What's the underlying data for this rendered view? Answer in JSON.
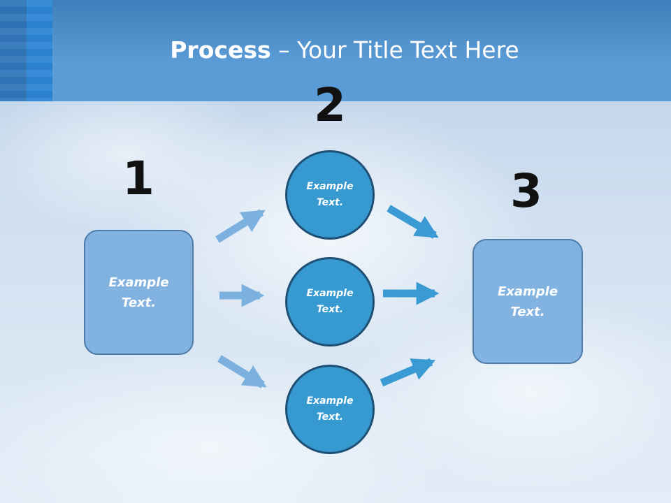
{
  "title": {
    "bold": "Process",
    "rest": " – Your Title Text Here"
  },
  "steps": [
    {
      "number": "1"
    },
    {
      "number": "2"
    },
    {
      "number": "3"
    }
  ],
  "nodes": {
    "left_box": "Example\nText.",
    "circle_top": "Example\nText.",
    "circle_middle": "Example\nText.",
    "circle_bottom": "Example\nText.",
    "right_box": "Example\nText."
  },
  "colors": {
    "header": "#5b9bd5",
    "box_fill": "#82b3e0",
    "circle_fill": "#3699d0",
    "circle_border": "#1e4f74",
    "arrow_light": "#7cb0df",
    "arrow_dark": "#3a9ad3"
  }
}
